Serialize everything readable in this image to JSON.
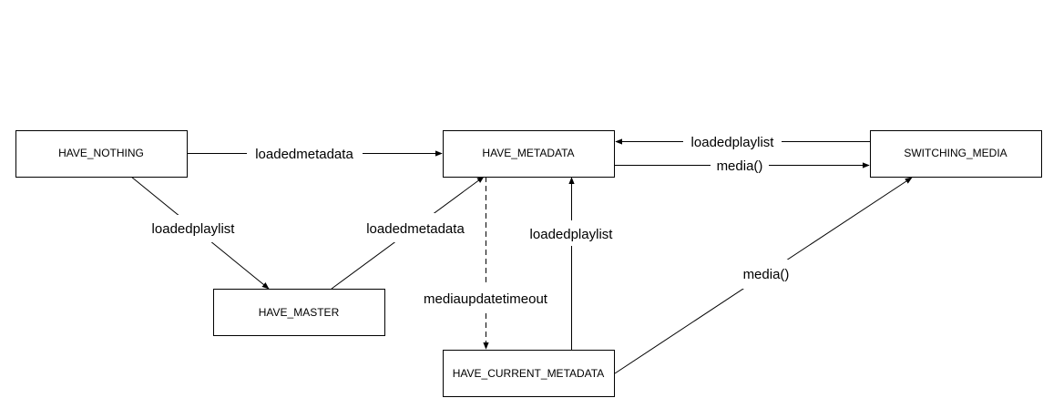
{
  "diagram": {
    "type": "state-machine",
    "states": [
      {
        "id": "have_nothing",
        "label": "HAVE_NOTHING"
      },
      {
        "id": "have_metadata",
        "label": "HAVE_METADATA"
      },
      {
        "id": "switching_media",
        "label": "SWITCHING_MEDIA"
      },
      {
        "id": "have_master",
        "label": "HAVE_MASTER"
      },
      {
        "id": "have_current_metadata",
        "label": "HAVE_CURRENT_METADATA"
      }
    ],
    "transitions": [
      {
        "id": "t1",
        "from": "have_nothing",
        "to": "have_metadata",
        "label": "loadedmetadata",
        "style": "solid"
      },
      {
        "id": "t2",
        "from": "have_nothing",
        "to": "have_master",
        "label": "loadedplaylist",
        "style": "solid"
      },
      {
        "id": "t3",
        "from": "have_master",
        "to": "have_metadata",
        "label": "loadedmetadata",
        "style": "solid"
      },
      {
        "id": "t4",
        "from": "switching_media",
        "to": "have_metadata",
        "label": "loadedplaylist",
        "style": "solid"
      },
      {
        "id": "t5",
        "from": "have_metadata",
        "to": "switching_media",
        "label": "media()",
        "style": "solid"
      },
      {
        "id": "t6",
        "from": "have_metadata",
        "to": "have_current_metadata",
        "label": "mediaupdatetimeout",
        "style": "dashed"
      },
      {
        "id": "t7",
        "from": "have_current_metadata",
        "to": "have_metadata",
        "label": "loadedplaylist",
        "style": "solid"
      },
      {
        "id": "t8",
        "from": "have_current_metadata",
        "to": "switching_media",
        "label": "media()",
        "style": "solid"
      }
    ]
  }
}
